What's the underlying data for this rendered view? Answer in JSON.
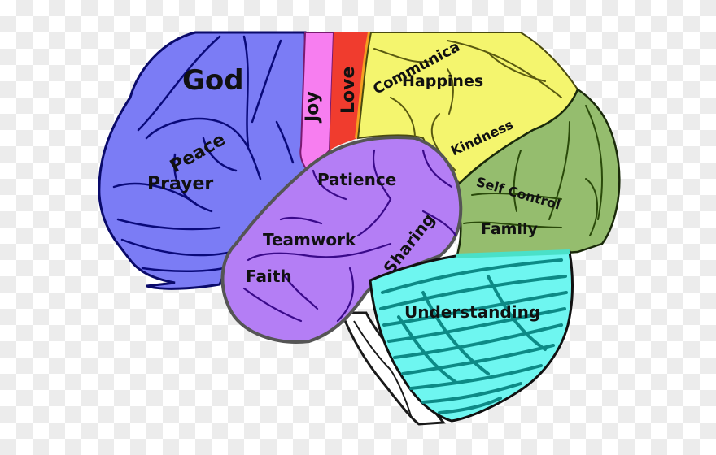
{
  "diagram": {
    "title": "Brain regions labeled with virtues",
    "background": "transparency-checkerboard",
    "colors": {
      "frontal": "#7b7cf5",
      "joy_strip": "#f77ef0",
      "love_strip": "#f03c2e",
      "parietal": "#f4f56e",
      "occipital": "#95bd6e",
      "temporal": "#b47ef5",
      "cerebellum": "#6ef6f0",
      "cerebellum_shade": "#0d8a86",
      "outline": "#1a1a1a"
    },
    "regions": [
      {
        "id": "frontal",
        "labels": [
          "God",
          "Peace",
          "Prayer"
        ]
      },
      {
        "id": "joy_strip",
        "labels": [
          "Joy"
        ]
      },
      {
        "id": "love_strip",
        "labels": [
          "Love"
        ]
      },
      {
        "id": "parietal",
        "labels": [
          "Communica",
          "Happines",
          "Kindness"
        ]
      },
      {
        "id": "occipital",
        "labels": [
          "Self Control",
          "Family"
        ]
      },
      {
        "id": "temporal",
        "labels": [
          "Patience",
          "Teamwork",
          "Sharing",
          "Faith"
        ]
      },
      {
        "id": "cerebellum",
        "labels": [
          "Understanding"
        ]
      }
    ],
    "labels": {
      "god": "God",
      "peace": "Peace",
      "prayer": "Prayer",
      "joy": "Joy",
      "love": "Love",
      "communication": "Communica",
      "happiness": "Happines",
      "kindness": "Kindness",
      "self_control": "Self Control",
      "family": "Family",
      "patience": "Patience",
      "teamwork": "Teamwork",
      "sharing": "Sharing",
      "faith": "Faith",
      "understanding": "Understanding"
    }
  }
}
